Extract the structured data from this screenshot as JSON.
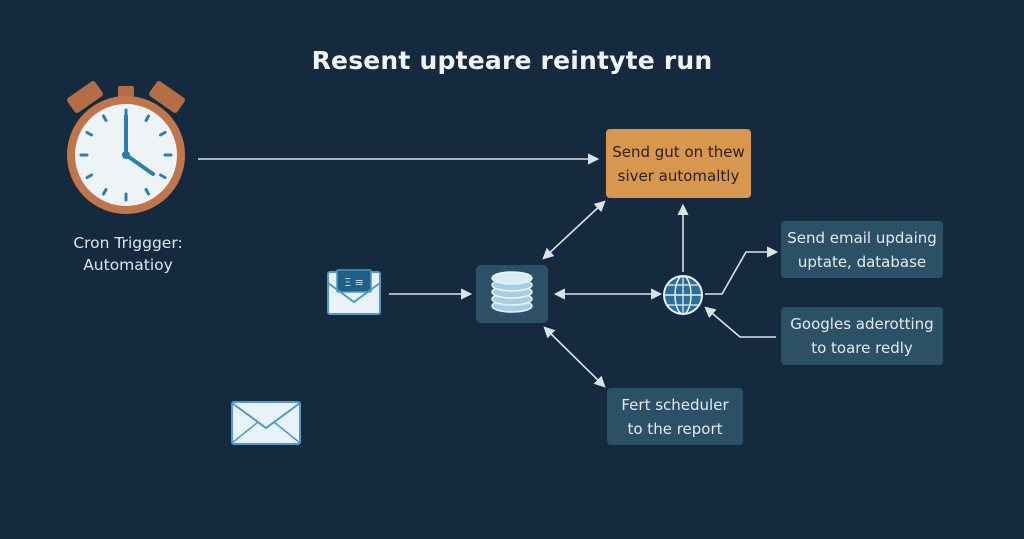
{
  "title": "Resent upteare reintyte run",
  "colors": {
    "background": "#152a3e",
    "orange_box": "#d8974f",
    "teal_box": "#2c5066",
    "connector": "#d9e3ea",
    "clock_ring": "#c0764d",
    "clock_hand": "#2a7fb0"
  },
  "icons": {
    "trigger": "alarm-clock-icon",
    "mail_incoming": "envelope-document-icon",
    "database": "database-icon",
    "network": "globe-icon",
    "mail_outgoing": "envelope-icon"
  },
  "trigger": {
    "label_line1": "Cron Triggger:",
    "label_line2": "Automatioy"
  },
  "boxes": {
    "server": {
      "line1": "Send gut on thew",
      "line2": "siver automaltly"
    },
    "email": {
      "line1": "Send email updaing",
      "line2": "uptate, database"
    },
    "google": {
      "line1": "Googles aderotting",
      "line2": "to toare redly"
    },
    "scheduler": {
      "line1": "Fert scheduler",
      "line2": "to the report"
    }
  }
}
